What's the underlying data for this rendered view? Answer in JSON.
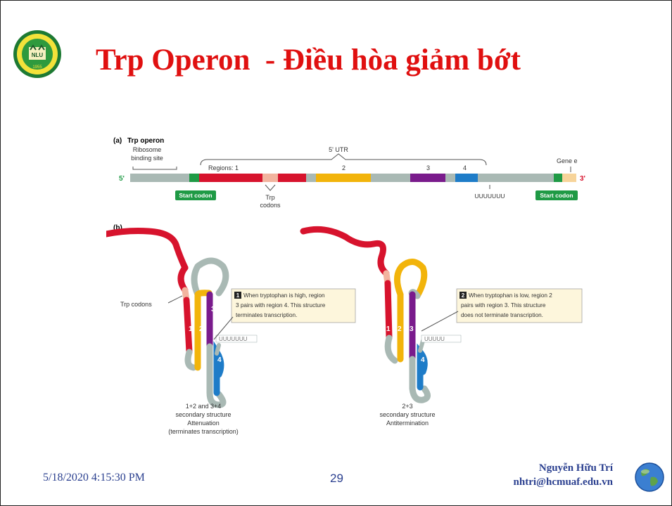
{
  "slide": {
    "title": "Trp Operon  - Điều hòa giảm bớt",
    "date": "5/18/2020 4:15:30 PM",
    "page_number": "29",
    "author": "Nguyễn Hữu Trí",
    "email": "nhtri@hcmuaf.edu.vn",
    "logo_text": "NLU",
    "logo_year": "1955"
  },
  "diagram": {
    "panel_a": "(a)",
    "panel_a_title": "Trp operon",
    "ribosome_line1": "Ribosome",
    "ribosome_line2": "binding site",
    "utr": "5' UTR",
    "regions_label": "Regions: 1",
    "region2": "2",
    "region3": "3",
    "region4": "4",
    "gene_e": "Gene e",
    "five_prime": "5'",
    "three_prime": "3'",
    "start_codon_left": "Start codon",
    "start_codon_right": "Start codon",
    "trp_codons_line1": "Trp",
    "trp_codons_line2": "codons",
    "uuuuuuu": "UUUUUUU",
    "panel_b": "(b)",
    "trp_codons_b": "Trp codons",
    "note1_number": "1",
    "note1_line1": "When tryptophan is high, region",
    "note1_line2": "3 pairs with region 4. This structure",
    "note1_line3": "terminates transcription.",
    "note2_number": "2",
    "note2_line1": "When tryptophan is low, region 2",
    "note2_line2": "pairs with region 3. This structure",
    "note2_line3": "does not terminate transcription.",
    "stem_1": "1",
    "stem_2": "2",
    "stem_3": "3",
    "stem_4": "4",
    "left_u_tail": "UUUUUUU",
    "right_u_tail": "UUUUU",
    "left_caption1": "1+2 and 3+4",
    "left_caption2": "secondary structure",
    "left_caption3": "Attenuation",
    "left_caption4": "(terminates transcription)",
    "right_caption1": "2+3",
    "right_caption2": "secondary structure",
    "right_caption3": "Antitermination"
  },
  "colors": {
    "title": "#e01010",
    "footer": "#2a3f8f",
    "region1": "#d7132d",
    "region2": "#f2b40b",
    "region3": "#7a1b8c",
    "region4": "#1e7cc8",
    "grey": "#a9b9b4",
    "trp_codon": "#f2b49f",
    "start_codon": "#1f9a45"
  }
}
